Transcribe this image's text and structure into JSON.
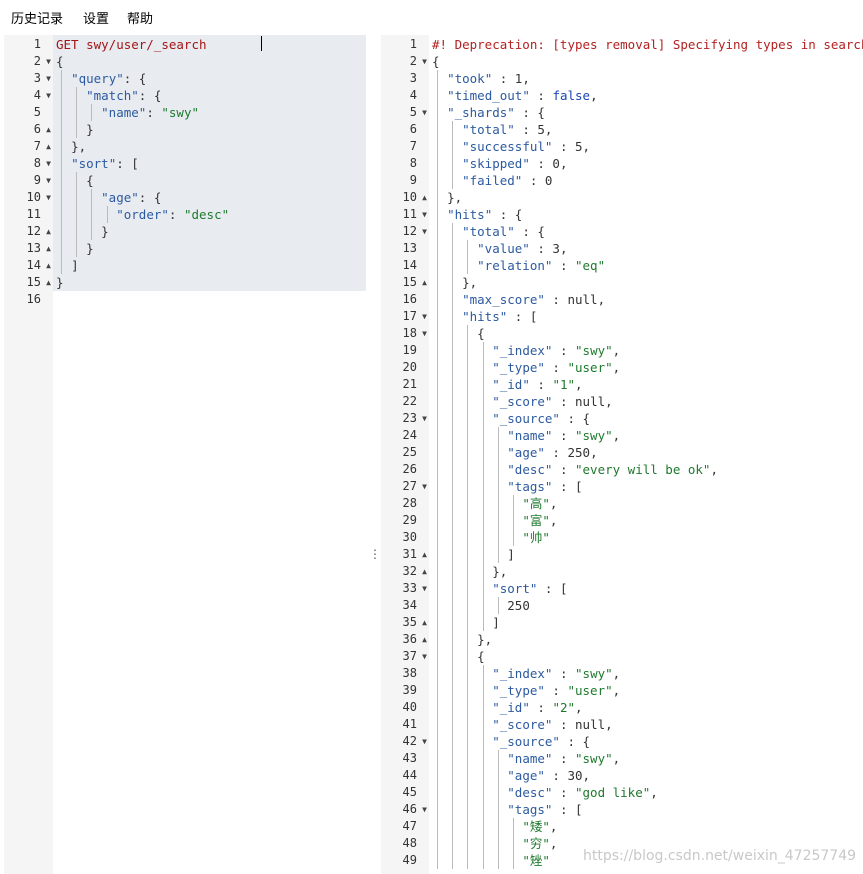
{
  "menu": [
    {
      "label": "历史记录"
    },
    {
      "label": "设置"
    },
    {
      "label": "帮助"
    }
  ],
  "request": {
    "run_icon": "play-icon",
    "settings_icon": "wrench-icon",
    "lines": [
      {
        "num": "1",
        "fold": "",
        "indent": 0,
        "tokens": [
          {
            "t": "method",
            "v": "GET swy/user/_search"
          }
        ]
      },
      {
        "num": "2",
        "fold": "down",
        "indent": 0,
        "tokens": [
          {
            "t": "punct",
            "v": "{"
          }
        ]
      },
      {
        "num": "3",
        "fold": "down",
        "indent": 1,
        "tokens": [
          {
            "t": "key",
            "v": "\"query\""
          },
          {
            "t": "punct",
            "v": ": {"
          }
        ]
      },
      {
        "num": "4",
        "fold": "down",
        "indent": 2,
        "tokens": [
          {
            "t": "key",
            "v": "\"match\""
          },
          {
            "t": "punct",
            "v": ": {"
          }
        ]
      },
      {
        "num": "5",
        "fold": "",
        "indent": 3,
        "tokens": [
          {
            "t": "key",
            "v": "\"name\""
          },
          {
            "t": "punct",
            "v": ": "
          },
          {
            "t": "str",
            "v": "\"swy\""
          }
        ]
      },
      {
        "num": "6",
        "fold": "up",
        "indent": 2,
        "tokens": [
          {
            "t": "punct",
            "v": "}"
          }
        ]
      },
      {
        "num": "7",
        "fold": "up",
        "indent": 1,
        "tokens": [
          {
            "t": "punct",
            "v": "},"
          }
        ]
      },
      {
        "num": "8",
        "fold": "down",
        "indent": 1,
        "tokens": [
          {
            "t": "key",
            "v": "\"sort\""
          },
          {
            "t": "punct",
            "v": ": ["
          }
        ]
      },
      {
        "num": "9",
        "fold": "down",
        "indent": 2,
        "tokens": [
          {
            "t": "punct",
            "v": "{"
          }
        ]
      },
      {
        "num": "10",
        "fold": "down",
        "indent": 3,
        "tokens": [
          {
            "t": "key",
            "v": "\"age\""
          },
          {
            "t": "punct",
            "v": ": {"
          }
        ]
      },
      {
        "num": "11",
        "fold": "",
        "indent": 4,
        "tokens": [
          {
            "t": "key",
            "v": "\"order\""
          },
          {
            "t": "punct",
            "v": ": "
          },
          {
            "t": "str",
            "v": "\"desc\""
          }
        ]
      },
      {
        "num": "12",
        "fold": "up",
        "indent": 3,
        "tokens": [
          {
            "t": "punct",
            "v": "}"
          }
        ]
      },
      {
        "num": "13",
        "fold": "up",
        "indent": 2,
        "tokens": [
          {
            "t": "punct",
            "v": "}"
          }
        ]
      },
      {
        "num": "14",
        "fold": "up",
        "indent": 1,
        "tokens": [
          {
            "t": "punct",
            "v": "]"
          }
        ]
      },
      {
        "num": "15",
        "fold": "up",
        "indent": 0,
        "tokens": [
          {
            "t": "punct",
            "v": "}"
          }
        ]
      },
      {
        "num": "16",
        "fold": "",
        "indent": 0,
        "tokens": []
      }
    ]
  },
  "response": {
    "lines": [
      {
        "num": "1",
        "fold": "",
        "indent": 0,
        "tokens": [
          {
            "t": "comment",
            "v": "#! Deprecation: [types removal] Specifying types in search requests is deprecated."
          }
        ]
      },
      {
        "num": "2",
        "fold": "down",
        "indent": 0,
        "tokens": [
          {
            "t": "punct",
            "v": "{"
          }
        ]
      },
      {
        "num": "3",
        "fold": "",
        "indent": 1,
        "tokens": [
          {
            "t": "key",
            "v": "\"took\""
          },
          {
            "t": "punct",
            "v": " : "
          },
          {
            "t": "num",
            "v": "1"
          },
          {
            "t": "punct",
            "v": ","
          }
        ]
      },
      {
        "num": "4",
        "fold": "",
        "indent": 1,
        "tokens": [
          {
            "t": "key",
            "v": "\"timed_out\""
          },
          {
            "t": "punct",
            "v": " : "
          },
          {
            "t": "bool",
            "v": "false"
          },
          {
            "t": "punct",
            "v": ","
          }
        ]
      },
      {
        "num": "5",
        "fold": "down",
        "indent": 1,
        "tokens": [
          {
            "t": "key",
            "v": "\"_shards\""
          },
          {
            "t": "punct",
            "v": " : {"
          }
        ]
      },
      {
        "num": "6",
        "fold": "",
        "indent": 2,
        "tokens": [
          {
            "t": "key",
            "v": "\"total\""
          },
          {
            "t": "punct",
            "v": " : "
          },
          {
            "t": "num",
            "v": "5"
          },
          {
            "t": "punct",
            "v": ","
          }
        ]
      },
      {
        "num": "7",
        "fold": "",
        "indent": 2,
        "tokens": [
          {
            "t": "key",
            "v": "\"successful\""
          },
          {
            "t": "punct",
            "v": " : "
          },
          {
            "t": "num",
            "v": "5"
          },
          {
            "t": "punct",
            "v": ","
          }
        ]
      },
      {
        "num": "8",
        "fold": "",
        "indent": 2,
        "tokens": [
          {
            "t": "key",
            "v": "\"skipped\""
          },
          {
            "t": "punct",
            "v": " : "
          },
          {
            "t": "num",
            "v": "0"
          },
          {
            "t": "punct",
            "v": ","
          }
        ]
      },
      {
        "num": "9",
        "fold": "",
        "indent": 2,
        "tokens": [
          {
            "t": "key",
            "v": "\"failed\""
          },
          {
            "t": "punct",
            "v": " : "
          },
          {
            "t": "num",
            "v": "0"
          }
        ]
      },
      {
        "num": "10",
        "fold": "up",
        "indent": 1,
        "tokens": [
          {
            "t": "punct",
            "v": "},"
          }
        ]
      },
      {
        "num": "11",
        "fold": "down",
        "indent": 1,
        "tokens": [
          {
            "t": "key",
            "v": "\"hits\""
          },
          {
            "t": "punct",
            "v": " : {"
          }
        ]
      },
      {
        "num": "12",
        "fold": "down",
        "indent": 2,
        "tokens": [
          {
            "t": "key",
            "v": "\"total\""
          },
          {
            "t": "punct",
            "v": " : {"
          }
        ]
      },
      {
        "num": "13",
        "fold": "",
        "indent": 3,
        "tokens": [
          {
            "t": "key",
            "v": "\"value\""
          },
          {
            "t": "punct",
            "v": " : "
          },
          {
            "t": "num",
            "v": "3"
          },
          {
            "t": "punct",
            "v": ","
          }
        ]
      },
      {
        "num": "14",
        "fold": "",
        "indent": 3,
        "tokens": [
          {
            "t": "key",
            "v": "\"relation\""
          },
          {
            "t": "punct",
            "v": " : "
          },
          {
            "t": "str",
            "v": "\"eq\""
          }
        ]
      },
      {
        "num": "15",
        "fold": "up",
        "indent": 2,
        "tokens": [
          {
            "t": "punct",
            "v": "},"
          }
        ]
      },
      {
        "num": "16",
        "fold": "",
        "indent": 2,
        "tokens": [
          {
            "t": "key",
            "v": "\"max_score\""
          },
          {
            "t": "punct",
            "v": " : "
          },
          {
            "t": "num",
            "v": "null"
          },
          {
            "t": "punct",
            "v": ","
          }
        ]
      },
      {
        "num": "17",
        "fold": "down",
        "indent": 2,
        "tokens": [
          {
            "t": "key",
            "v": "\"hits\""
          },
          {
            "t": "punct",
            "v": " : ["
          }
        ]
      },
      {
        "num": "18",
        "fold": "down",
        "indent": 3,
        "tokens": [
          {
            "t": "punct",
            "v": "{"
          }
        ]
      },
      {
        "num": "19",
        "fold": "",
        "indent": 4,
        "tokens": [
          {
            "t": "key",
            "v": "\"_index\""
          },
          {
            "t": "punct",
            "v": " : "
          },
          {
            "t": "str",
            "v": "\"swy\""
          },
          {
            "t": "punct",
            "v": ","
          }
        ]
      },
      {
        "num": "20",
        "fold": "",
        "indent": 4,
        "tokens": [
          {
            "t": "key",
            "v": "\"_type\""
          },
          {
            "t": "punct",
            "v": " : "
          },
          {
            "t": "str",
            "v": "\"user\""
          },
          {
            "t": "punct",
            "v": ","
          }
        ]
      },
      {
        "num": "21",
        "fold": "",
        "indent": 4,
        "tokens": [
          {
            "t": "key",
            "v": "\"_id\""
          },
          {
            "t": "punct",
            "v": " : "
          },
          {
            "t": "str",
            "v": "\"1\""
          },
          {
            "t": "punct",
            "v": ","
          }
        ]
      },
      {
        "num": "22",
        "fold": "",
        "indent": 4,
        "tokens": [
          {
            "t": "key",
            "v": "\"_score\""
          },
          {
            "t": "punct",
            "v": " : "
          },
          {
            "t": "num",
            "v": "null"
          },
          {
            "t": "punct",
            "v": ","
          }
        ]
      },
      {
        "num": "23",
        "fold": "down",
        "indent": 4,
        "tokens": [
          {
            "t": "key",
            "v": "\"_source\""
          },
          {
            "t": "punct",
            "v": " : {"
          }
        ]
      },
      {
        "num": "24",
        "fold": "",
        "indent": 5,
        "tokens": [
          {
            "t": "key",
            "v": "\"name\""
          },
          {
            "t": "punct",
            "v": " : "
          },
          {
            "t": "str",
            "v": "\"swy\""
          },
          {
            "t": "punct",
            "v": ","
          }
        ]
      },
      {
        "num": "25",
        "fold": "",
        "indent": 5,
        "tokens": [
          {
            "t": "key",
            "v": "\"age\""
          },
          {
            "t": "punct",
            "v": " : "
          },
          {
            "t": "num",
            "v": "250"
          },
          {
            "t": "punct",
            "v": ","
          }
        ]
      },
      {
        "num": "26",
        "fold": "",
        "indent": 5,
        "tokens": [
          {
            "t": "key",
            "v": "\"desc\""
          },
          {
            "t": "punct",
            "v": " : "
          },
          {
            "t": "str",
            "v": "\"every will be ok\""
          },
          {
            "t": "punct",
            "v": ","
          }
        ]
      },
      {
        "num": "27",
        "fold": "down",
        "indent": 5,
        "tokens": [
          {
            "t": "key",
            "v": "\"tags\""
          },
          {
            "t": "punct",
            "v": " : ["
          }
        ]
      },
      {
        "num": "28",
        "fold": "",
        "indent": 6,
        "tokens": [
          {
            "t": "str",
            "v": "\"高\""
          },
          {
            "t": "punct",
            "v": ","
          }
        ]
      },
      {
        "num": "29",
        "fold": "",
        "indent": 6,
        "tokens": [
          {
            "t": "str",
            "v": "\"富\""
          },
          {
            "t": "punct",
            "v": ","
          }
        ]
      },
      {
        "num": "30",
        "fold": "",
        "indent": 6,
        "tokens": [
          {
            "t": "str",
            "v": "\"帅\""
          }
        ]
      },
      {
        "num": "31",
        "fold": "up",
        "indent": 5,
        "tokens": [
          {
            "t": "punct",
            "v": "]"
          }
        ]
      },
      {
        "num": "32",
        "fold": "up",
        "indent": 4,
        "tokens": [
          {
            "t": "punct",
            "v": "},"
          }
        ]
      },
      {
        "num": "33",
        "fold": "down",
        "indent": 4,
        "tokens": [
          {
            "t": "key",
            "v": "\"sort\""
          },
          {
            "t": "punct",
            "v": " : ["
          }
        ]
      },
      {
        "num": "34",
        "fold": "",
        "indent": 5,
        "tokens": [
          {
            "t": "num",
            "v": "250"
          }
        ]
      },
      {
        "num": "35",
        "fold": "up",
        "indent": 4,
        "tokens": [
          {
            "t": "punct",
            "v": "]"
          }
        ]
      },
      {
        "num": "36",
        "fold": "up",
        "indent": 3,
        "tokens": [
          {
            "t": "punct",
            "v": "},"
          }
        ]
      },
      {
        "num": "37",
        "fold": "down",
        "indent": 3,
        "tokens": [
          {
            "t": "punct",
            "v": "{"
          }
        ]
      },
      {
        "num": "38",
        "fold": "",
        "indent": 4,
        "tokens": [
          {
            "t": "key",
            "v": "\"_index\""
          },
          {
            "t": "punct",
            "v": " : "
          },
          {
            "t": "str",
            "v": "\"swy\""
          },
          {
            "t": "punct",
            "v": ","
          }
        ]
      },
      {
        "num": "39",
        "fold": "",
        "indent": 4,
        "tokens": [
          {
            "t": "key",
            "v": "\"_type\""
          },
          {
            "t": "punct",
            "v": " : "
          },
          {
            "t": "str",
            "v": "\"user\""
          },
          {
            "t": "punct",
            "v": ","
          }
        ]
      },
      {
        "num": "40",
        "fold": "",
        "indent": 4,
        "tokens": [
          {
            "t": "key",
            "v": "\"_id\""
          },
          {
            "t": "punct",
            "v": " : "
          },
          {
            "t": "str",
            "v": "\"2\""
          },
          {
            "t": "punct",
            "v": ","
          }
        ]
      },
      {
        "num": "41",
        "fold": "",
        "indent": 4,
        "tokens": [
          {
            "t": "key",
            "v": "\"_score\""
          },
          {
            "t": "punct",
            "v": " : "
          },
          {
            "t": "num",
            "v": "null"
          },
          {
            "t": "punct",
            "v": ","
          }
        ]
      },
      {
        "num": "42",
        "fold": "down",
        "indent": 4,
        "tokens": [
          {
            "t": "key",
            "v": "\"_source\""
          },
          {
            "t": "punct",
            "v": " : {"
          }
        ]
      },
      {
        "num": "43",
        "fold": "",
        "indent": 5,
        "tokens": [
          {
            "t": "key",
            "v": "\"name\""
          },
          {
            "t": "punct",
            "v": " : "
          },
          {
            "t": "str",
            "v": "\"swy\""
          },
          {
            "t": "punct",
            "v": ","
          }
        ]
      },
      {
        "num": "44",
        "fold": "",
        "indent": 5,
        "tokens": [
          {
            "t": "key",
            "v": "\"age\""
          },
          {
            "t": "punct",
            "v": " : "
          },
          {
            "t": "num",
            "v": "30"
          },
          {
            "t": "punct",
            "v": ","
          }
        ]
      },
      {
        "num": "45",
        "fold": "",
        "indent": 5,
        "tokens": [
          {
            "t": "key",
            "v": "\"desc\""
          },
          {
            "t": "punct",
            "v": " : "
          },
          {
            "t": "str",
            "v": "\"god like\""
          },
          {
            "t": "punct",
            "v": ","
          }
        ]
      },
      {
        "num": "46",
        "fold": "down",
        "indent": 5,
        "tokens": [
          {
            "t": "key",
            "v": "\"tags\""
          },
          {
            "t": "punct",
            "v": " : ["
          }
        ]
      },
      {
        "num": "47",
        "fold": "",
        "indent": 6,
        "tokens": [
          {
            "t": "str",
            "v": "\"矮\""
          },
          {
            "t": "punct",
            "v": ","
          }
        ]
      },
      {
        "num": "48",
        "fold": "",
        "indent": 6,
        "tokens": [
          {
            "t": "str",
            "v": "\"穷\""
          },
          {
            "t": "punct",
            "v": ","
          }
        ]
      },
      {
        "num": "49",
        "fold": "",
        "indent": 6,
        "tokens": [
          {
            "t": "str",
            "v": "\"矬\""
          }
        ]
      }
    ]
  },
  "splitter_glyph": "⋮",
  "watermark": "https://blog.csdn.net/weixin_47257749",
  "colors": {
    "key": "#2c5aa0",
    "string": "#1f7a2e",
    "method": "#a31515",
    "comment": "#b22222",
    "gutter": "#f5f5f5",
    "request_highlight": "#e8ebf0"
  }
}
